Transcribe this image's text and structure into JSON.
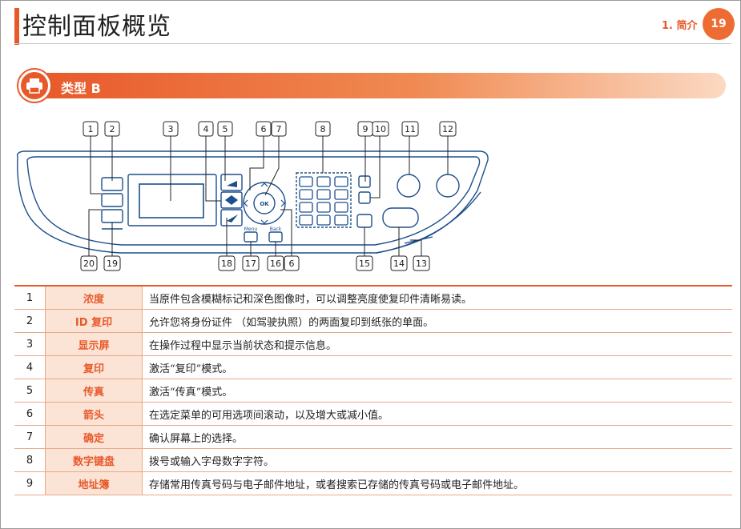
{
  "header": {
    "title": "控制面板概览",
    "chapter": "1. 简介",
    "page_number": "19"
  },
  "section": {
    "label": "类型 B",
    "icon": "printer-icon"
  },
  "diagram": {
    "top_callouts": [
      "1",
      "2",
      "3",
      "4",
      "5",
      "6",
      "7",
      "8",
      "9",
      "10",
      "11",
      "12"
    ],
    "bottom_callouts": [
      "20",
      "19",
      "18",
      "17",
      "16",
      "6",
      "15",
      "14",
      "13"
    ],
    "button_labels": {
      "menu": "Menu",
      "back": "Back",
      "ok": "OK"
    }
  },
  "colors": {
    "accent": "#e8592a",
    "term_bg": "#fbe4d6",
    "diagram_line": "#1d4f8c"
  },
  "table": {
    "rows": [
      {
        "num": "1",
        "term": "浓度",
        "desc": "当原件包含模糊标记和深色图像时，可以调整亮度使复印件清晰易读。"
      },
      {
        "num": "2",
        "term": "ID 复印",
        "desc": "允许您将身份证件 （如驾驶执照）的两面复印到纸张的单面。"
      },
      {
        "num": "3",
        "term": "显示屏",
        "desc": "在操作过程中显示当前状态和提示信息。"
      },
      {
        "num": "4",
        "term": "复印",
        "desc": "激活“复印”模式。"
      },
      {
        "num": "5",
        "term": "传真",
        "desc": "激活“传真”模式。"
      },
      {
        "num": "6",
        "term": "箭头",
        "desc": "在选定菜单的可用选项间滚动，以及增大或减小值。"
      },
      {
        "num": "7",
        "term": "确定",
        "desc": "确认屏幕上的选择。"
      },
      {
        "num": "8",
        "term": "数字键盘",
        "desc": "拨号或输入字母数字字符。"
      },
      {
        "num": "9",
        "term": "地址簿",
        "desc": "存储常用传真号码与电子邮件地址，或者搜索已存储的传真号码或电子邮件地址。"
      }
    ]
  }
}
